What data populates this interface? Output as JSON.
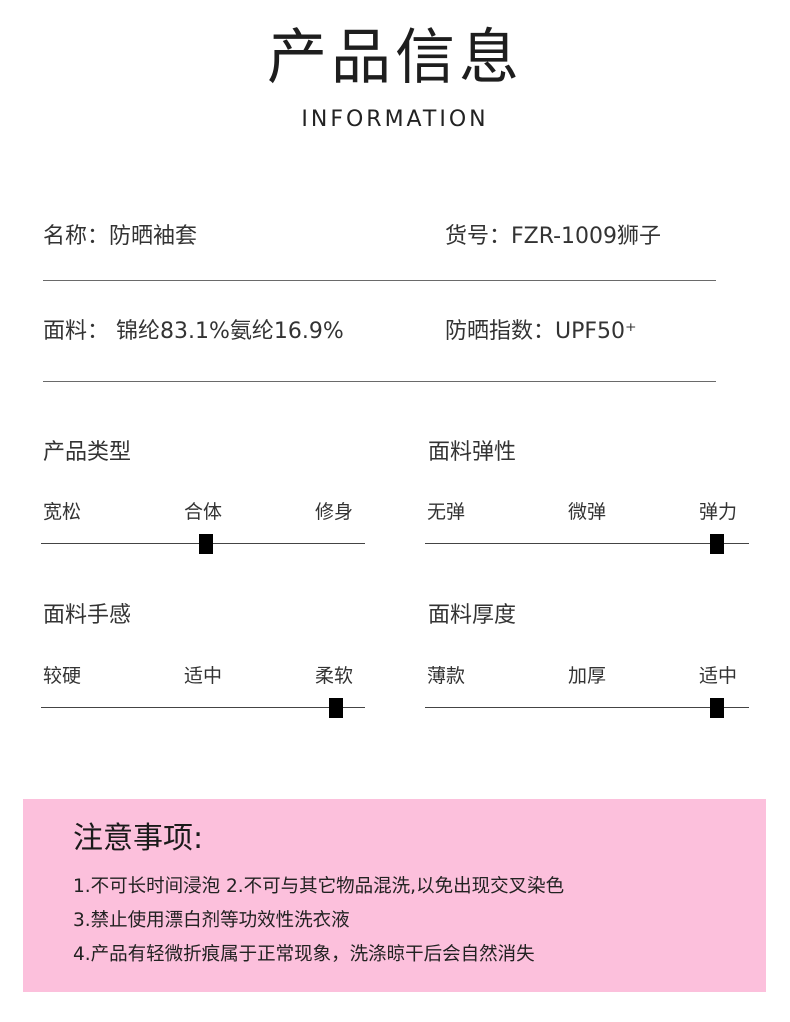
{
  "header": {
    "title": "产品信息",
    "subtitle": "INFORMATION"
  },
  "info": {
    "name": "名称：防晒袖套",
    "code": "货号：FZR-1009狮子",
    "fabric": "面料： 锦纶83.1%氨纶16.9%",
    "upf": "防晒指数：UPF50⁺"
  },
  "scales": [
    {
      "title": "产品类型",
      "labels": [
        "宽松",
        "合体",
        "修身"
      ],
      "value": 0.51
    },
    {
      "title": "面料弹性",
      "labels": [
        "无弹",
        "微弹",
        "弹力"
      ],
      "value": 0.9
    },
    {
      "title": "面料手感",
      "labels": [
        "较硬",
        "适中",
        "柔软"
      ],
      "value": 0.91
    },
    {
      "title": "面料厚度",
      "labels": [
        "薄款",
        "加厚",
        "适中"
      ],
      "value": 0.9
    }
  ],
  "notes": {
    "title": "注意事项:",
    "items": [
      "1.不可长时间浸泡    2.不可与其它物品混洗,以免出现交叉染色",
      "3.禁止使用漂白剂等功效性洗衣液",
      "4.产品有轻微折痕属于正常现象，洗涤晾干后会自然消失"
    ]
  },
  "colors": {
    "notes_background": "#fcc0dc",
    "marker": "#000000"
  }
}
